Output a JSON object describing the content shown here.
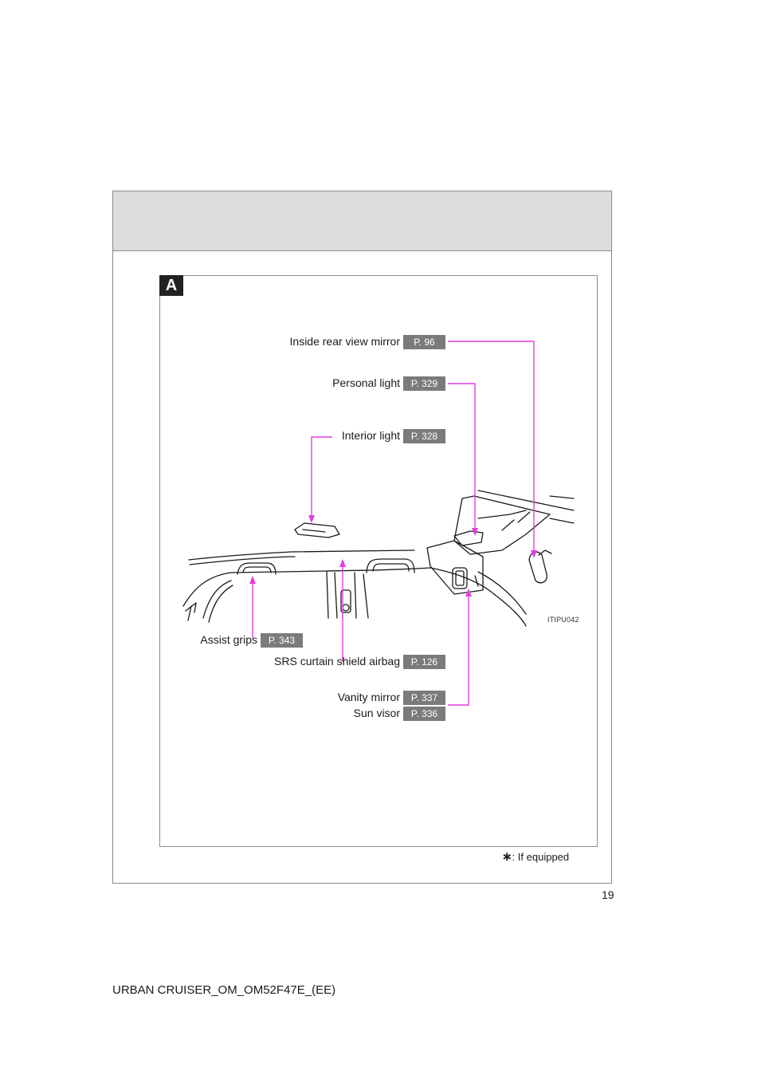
{
  "section": {
    "tag": "A"
  },
  "callouts": {
    "mirror": {
      "label": "Inside rear view mirror",
      "ref": "P. 96"
    },
    "personal_light": {
      "label": "Personal light",
      "ref": "P. 329"
    },
    "interior_light": {
      "label": "Interior light",
      "ref": "P. 328"
    },
    "assist_grips": {
      "label": "Assist grips",
      "ref": "P. 343"
    },
    "curtain_airbag": {
      "label": "SRS curtain shield airbag",
      "ref": "P. 126"
    },
    "vanity_mirror": {
      "label": "Vanity mirror",
      "ref": "P. 337"
    },
    "sun_visor": {
      "label": "Sun visor",
      "ref": "P. 336"
    }
  },
  "figure": {
    "code": "ITIPU042"
  },
  "footnote": {
    "symbol": "∗",
    "text": ": If equipped"
  },
  "page": {
    "number": "19",
    "doc_code": "URBAN CRUISER_OM_OM52F47E_(EE)"
  },
  "colors": {
    "leader": "#e23ee0",
    "ref_badge": "#7b7b7b",
    "header_band": "#dcdedd",
    "tag": "#222222"
  }
}
